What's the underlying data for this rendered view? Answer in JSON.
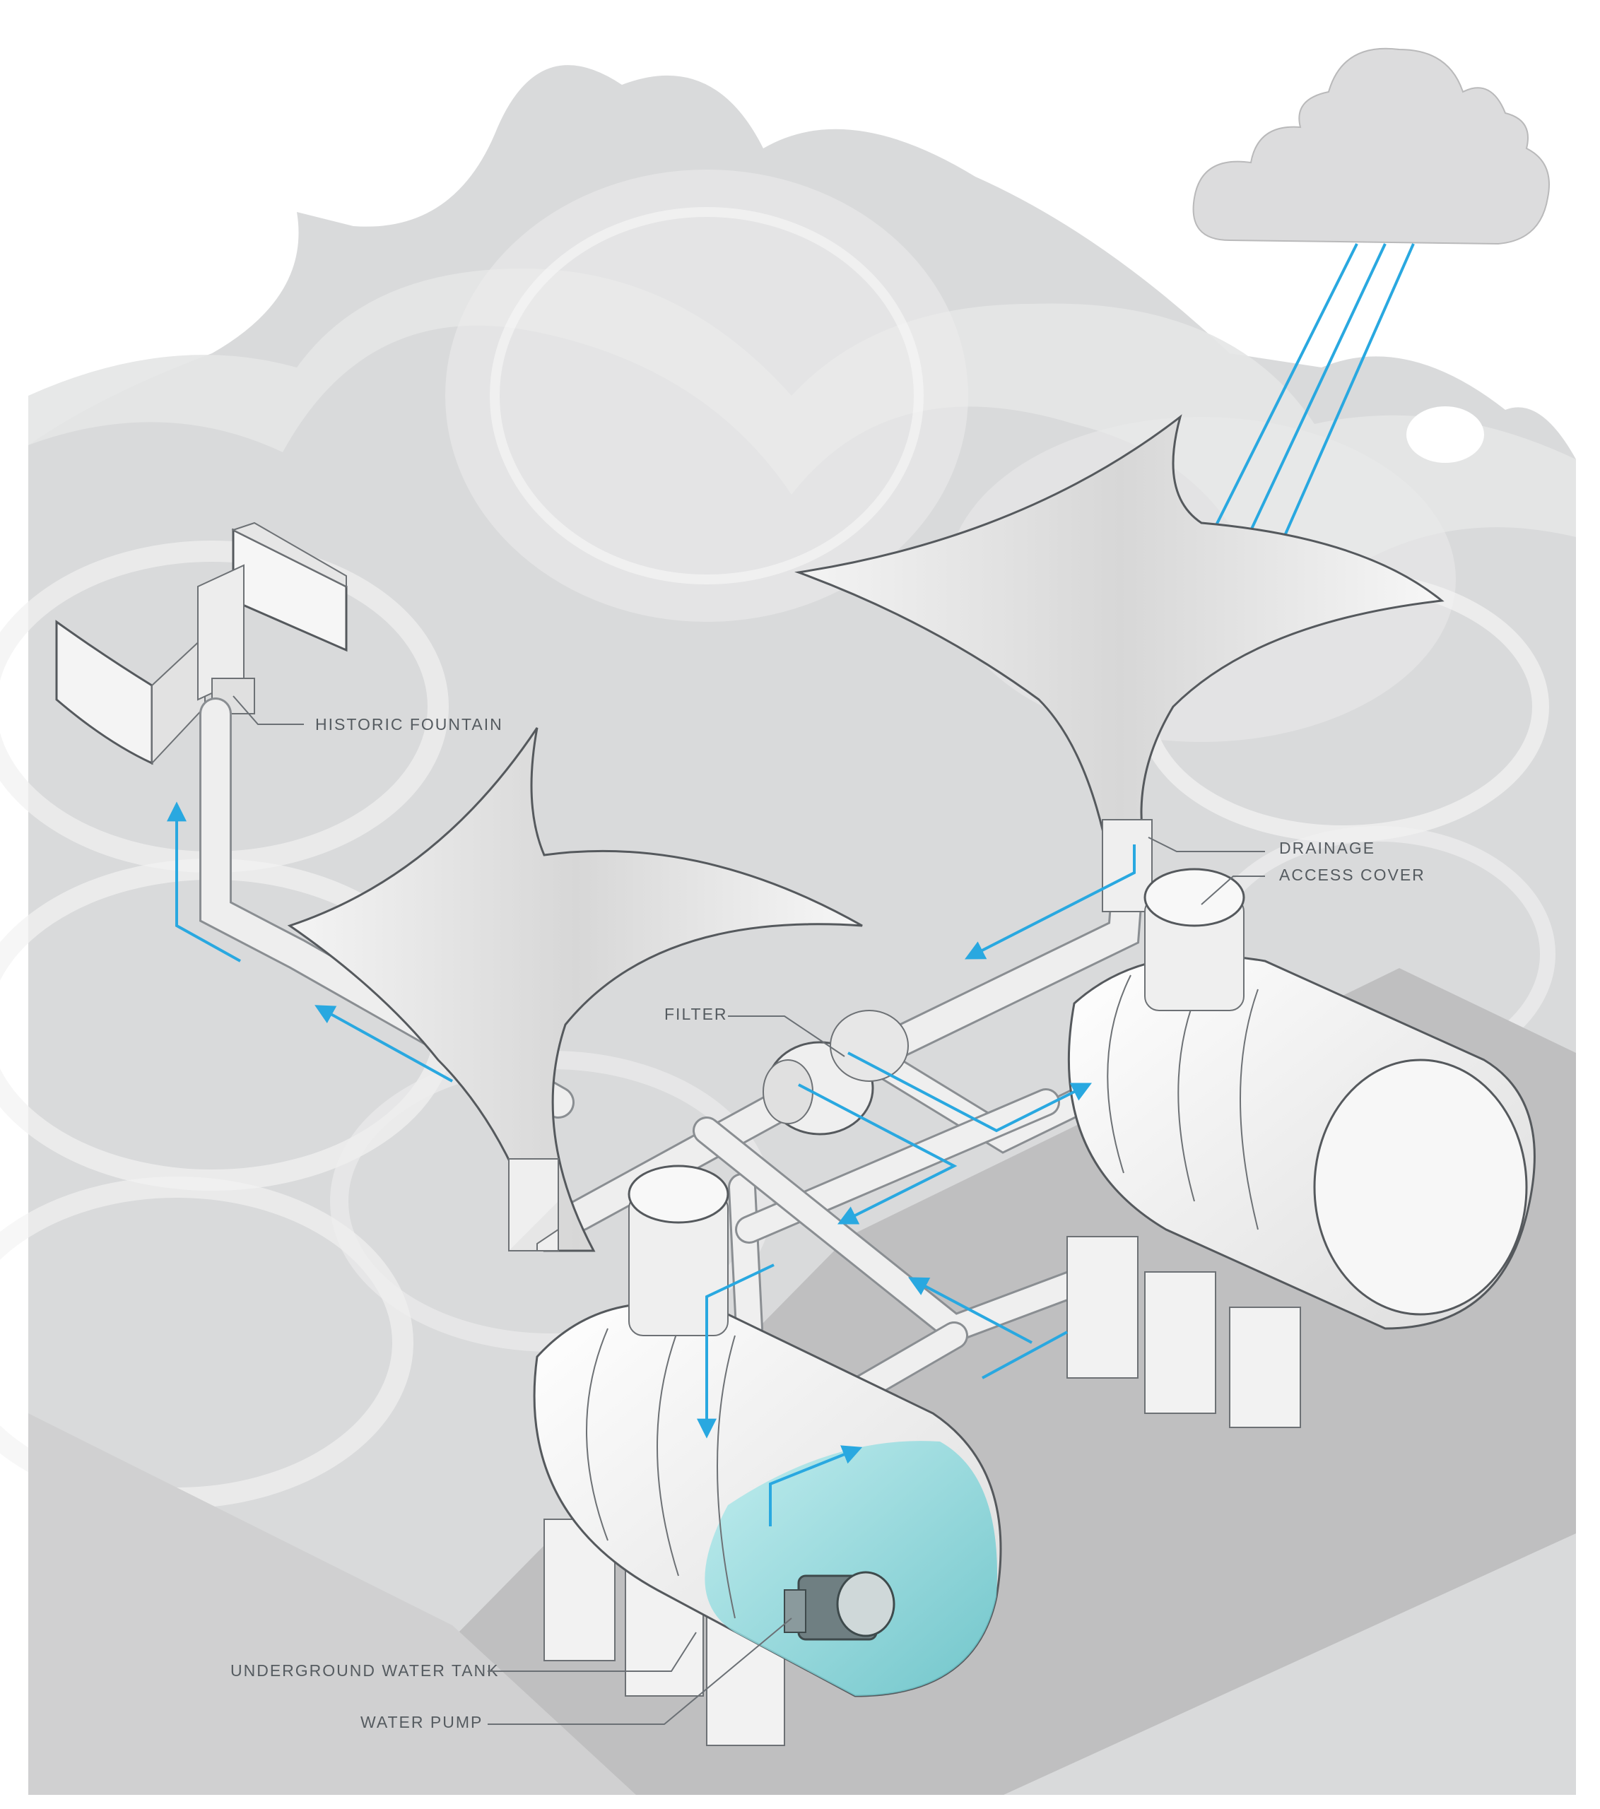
{
  "labels": {
    "historic_fountain": "HISTORIC FOUNTAIN",
    "drainage_line1": "DRAINAGE",
    "drainage_line2": "ACCESS COVER",
    "filter": "FILTER",
    "underground_tank": "UNDERGROUND WATER TANK",
    "water_pump": "WATER PUMP"
  },
  "colors": {
    "flow_arrow": "#29a8e0",
    "background_massing": "#d9dadb",
    "ground_slab": "#bcbcbd",
    "water": "#7fd3d6",
    "cloud": "#dcdcdd"
  },
  "icons": {
    "cloud": "cloud-icon",
    "arrow": "flow-arrow-icon",
    "pump": "pump-icon"
  }
}
